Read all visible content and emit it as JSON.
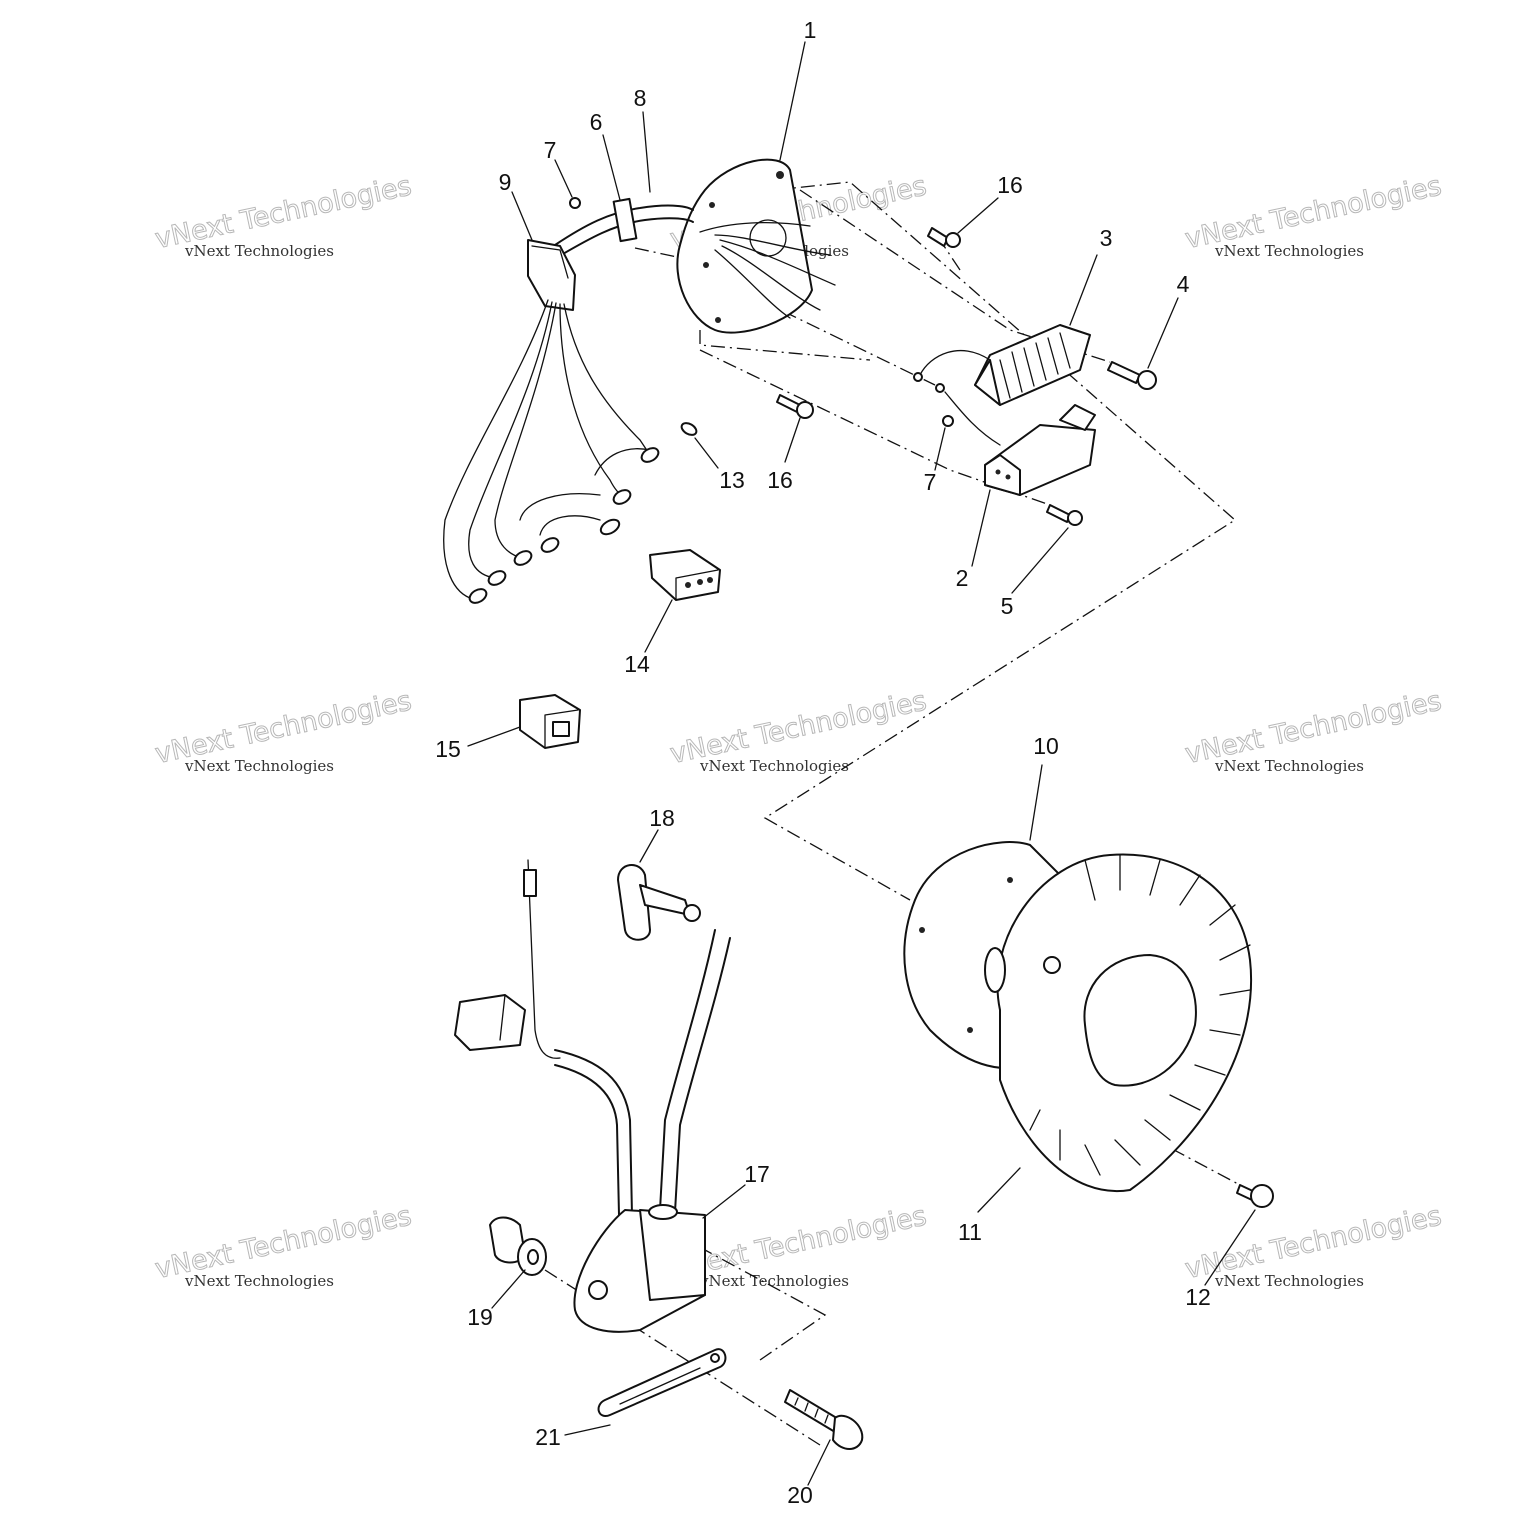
{
  "callouts": [
    {
      "id": "1",
      "label": "1"
    },
    {
      "id": "2",
      "label": "2"
    },
    {
      "id": "3",
      "label": "3"
    },
    {
      "id": "4",
      "label": "4"
    },
    {
      "id": "5",
      "label": "5"
    },
    {
      "id": "6",
      "label": "6"
    },
    {
      "id": "7a",
      "label": "7"
    },
    {
      "id": "7b",
      "label": "7"
    },
    {
      "id": "8",
      "label": "8"
    },
    {
      "id": "9",
      "label": "9"
    },
    {
      "id": "10",
      "label": "10"
    },
    {
      "id": "11",
      "label": "11"
    },
    {
      "id": "12",
      "label": "12"
    },
    {
      "id": "13",
      "label": "13"
    },
    {
      "id": "14",
      "label": "14"
    },
    {
      "id": "15",
      "label": "15"
    },
    {
      "id": "16a",
      "label": "16"
    },
    {
      "id": "16b",
      "label": "16"
    },
    {
      "id": "17",
      "label": "17"
    },
    {
      "id": "18",
      "label": "18"
    },
    {
      "id": "19",
      "label": "19"
    },
    {
      "id": "20",
      "label": "20"
    },
    {
      "id": "21",
      "label": "21"
    }
  ],
  "watermark": {
    "big": "vNext Technologies",
    "small": "vNext Technologies"
  }
}
